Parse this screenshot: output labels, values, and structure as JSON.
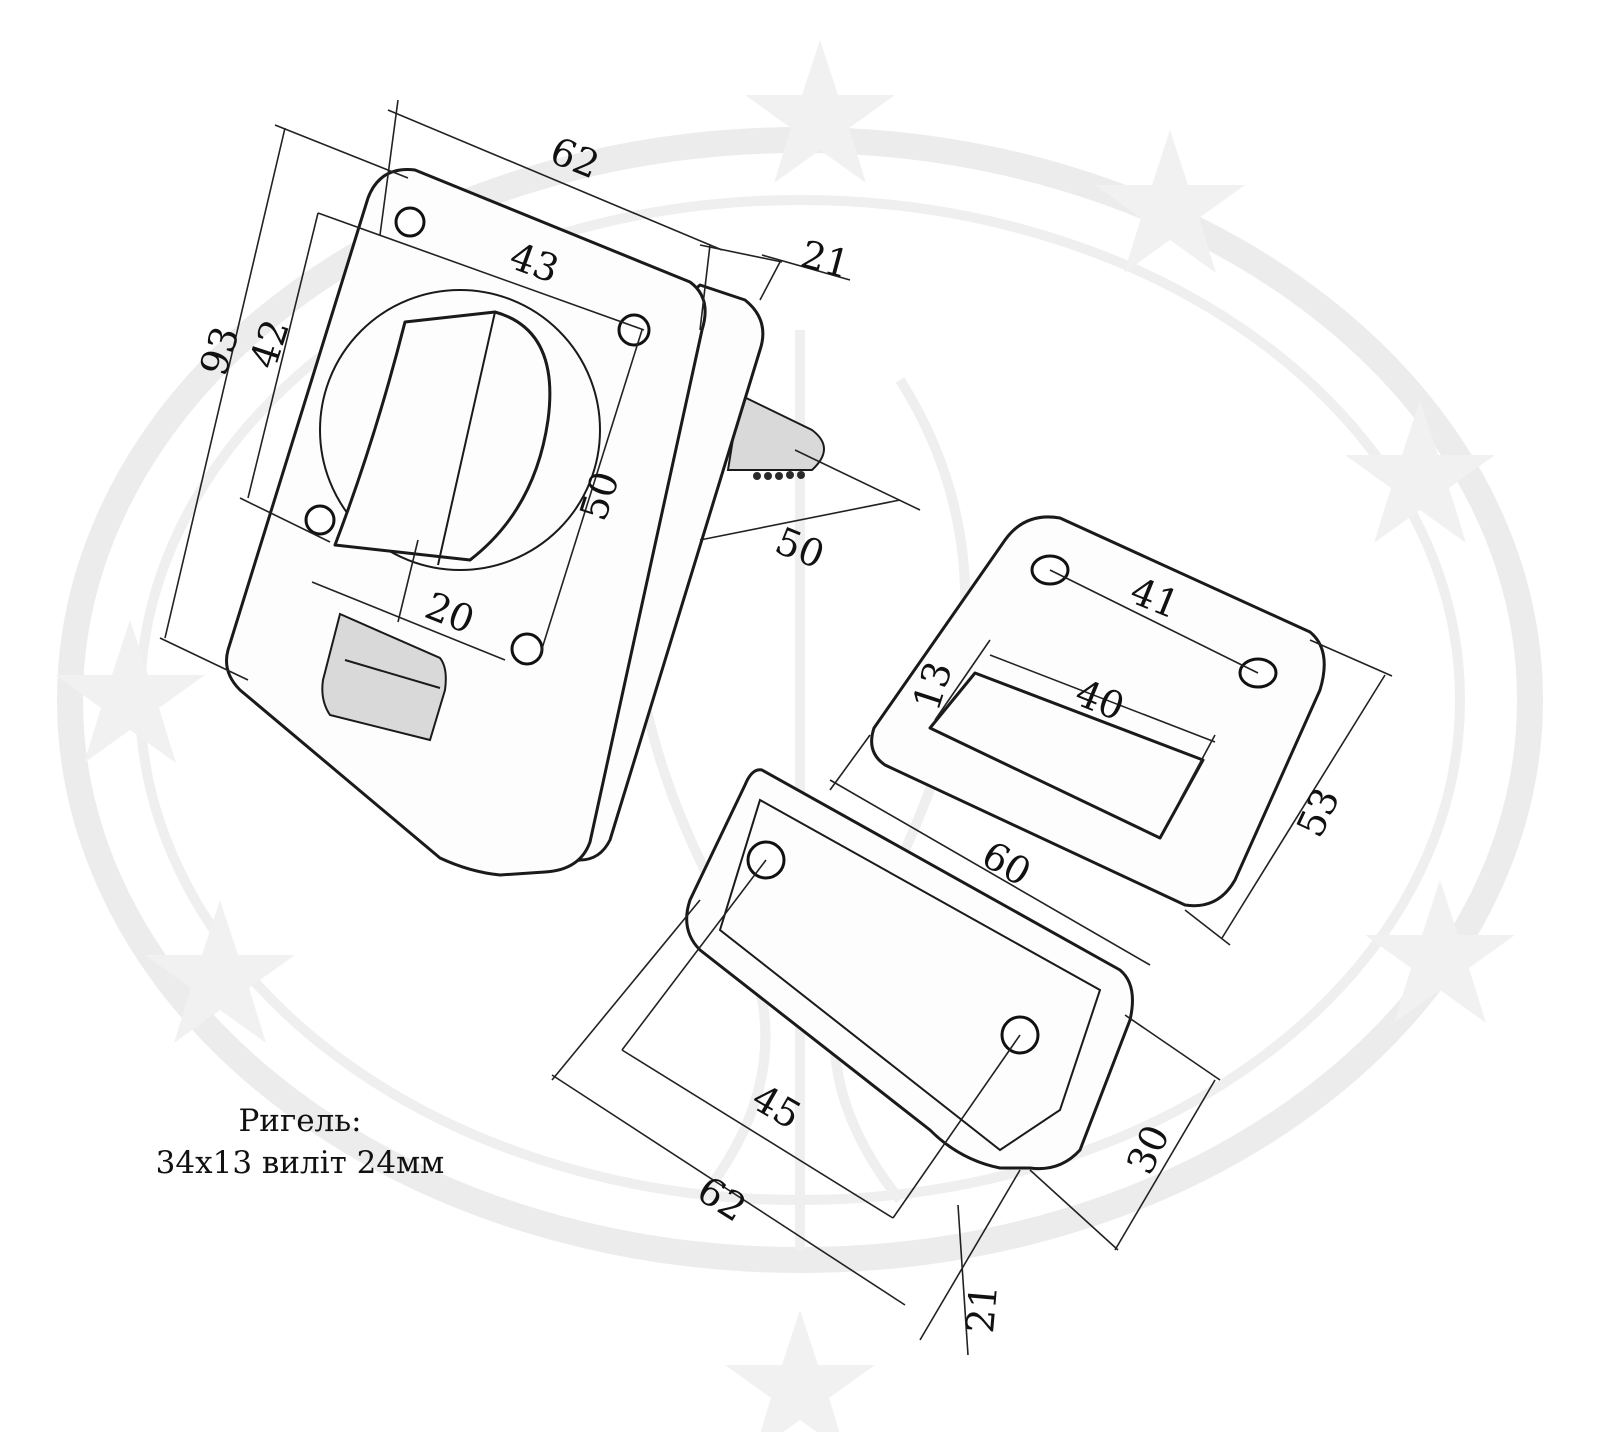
{
  "note": {
    "line1": "Ригель:",
    "line2": "34х13 виліт 24мм"
  },
  "dimensions": {
    "lock_width": "62",
    "lock_depth": "21",
    "lock_hole_spacing": "43",
    "lock_height": "93",
    "lock_inner_height": "42",
    "lock_hole_vertical": "50",
    "bolt_projection": "50",
    "knob_offset": "20",
    "plate_hole_spacing": "41",
    "plate_slot_height": "13",
    "plate_slot_width": "40",
    "plate_width": "60",
    "plate_height": "53",
    "keeper_hole_spacing": "45",
    "keeper_width": "62",
    "keeper_height": "30",
    "keeper_depth": "21"
  },
  "colors": {
    "line": "#1a1a1a",
    "watermark": "#ececec",
    "background": "#ffffff"
  }
}
